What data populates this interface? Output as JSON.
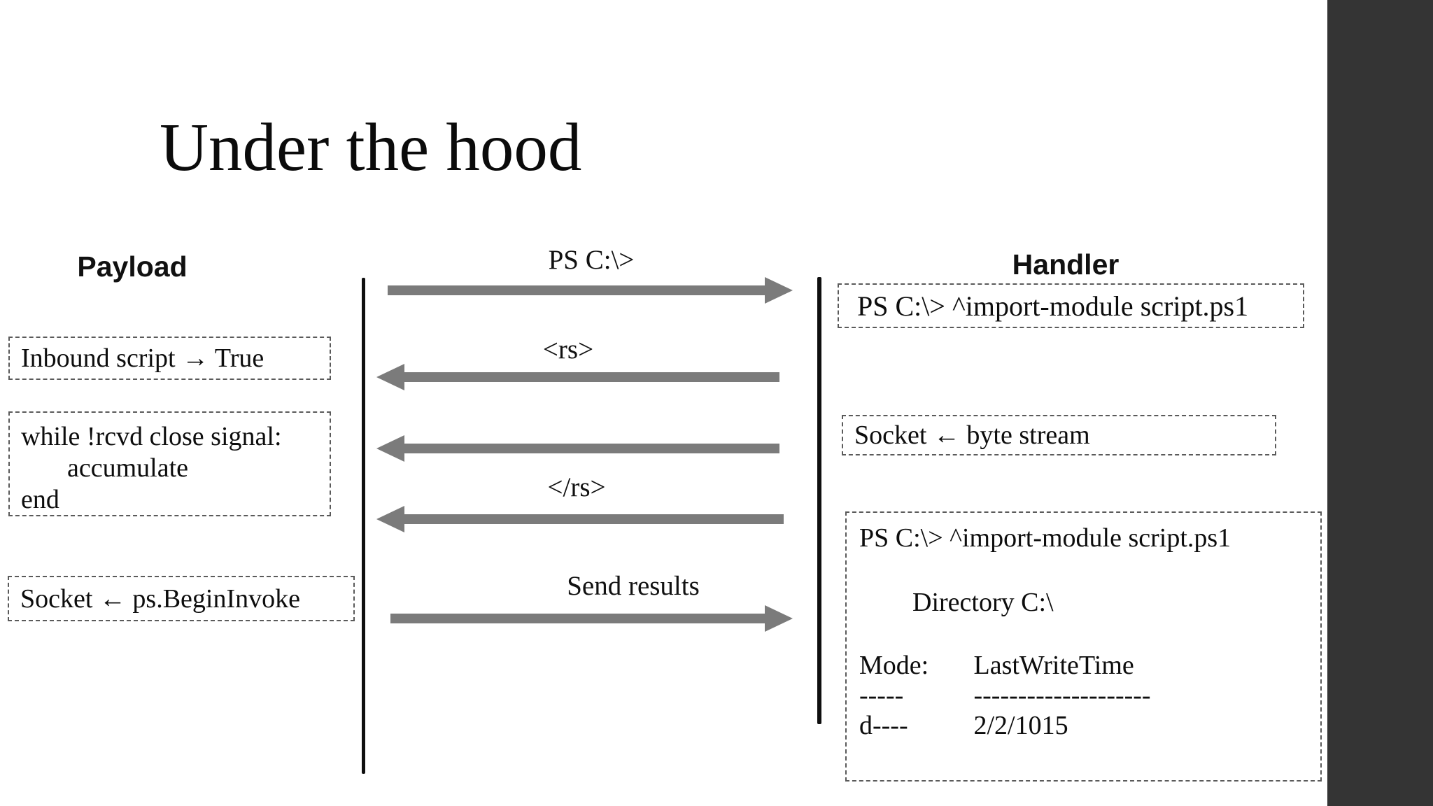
{
  "slide": {
    "title": "Under the hood"
  },
  "columns": {
    "payload_label": "Payload",
    "handler_label": "Handler"
  },
  "messages": [
    {
      "label": "PS C:\\>",
      "direction": "right"
    },
    {
      "label": "<rs>",
      "direction": "left"
    },
    {
      "label": "",
      "direction": "left"
    },
    {
      "label": "</rs>",
      "direction": "left"
    },
    {
      "label": "Send results",
      "direction": "right"
    }
  ],
  "payload_boxes": {
    "inbound": {
      "text": "Inbound script → True"
    },
    "loop": {
      "line1": "while !rcvd close signal:",
      "line2": "accumulate",
      "line3": "end"
    },
    "socket": {
      "text": "Socket ← ps.BeginInvoke"
    }
  },
  "handler_boxes": {
    "import_top": {
      "text": "PS C:\\> ^import-module script.ps1"
    },
    "socket": {
      "text": "Socket ← byte stream"
    },
    "output": {
      "prompt": "PS C:\\> ^import-module script.ps1",
      "directory": "Directory C:\\",
      "rows": [
        {
          "mode": "Mode:",
          "lastwrite": "LastWriteTime"
        },
        {
          "mode": "-----",
          "lastwrite": "--------------------"
        },
        {
          "mode": "d----",
          "lastwrite": "2/2/1015"
        }
      ]
    }
  },
  "colors": {
    "arrow": "#7b7b7b",
    "side_panel": "#343434",
    "lifeline": "#0f0f0f"
  }
}
